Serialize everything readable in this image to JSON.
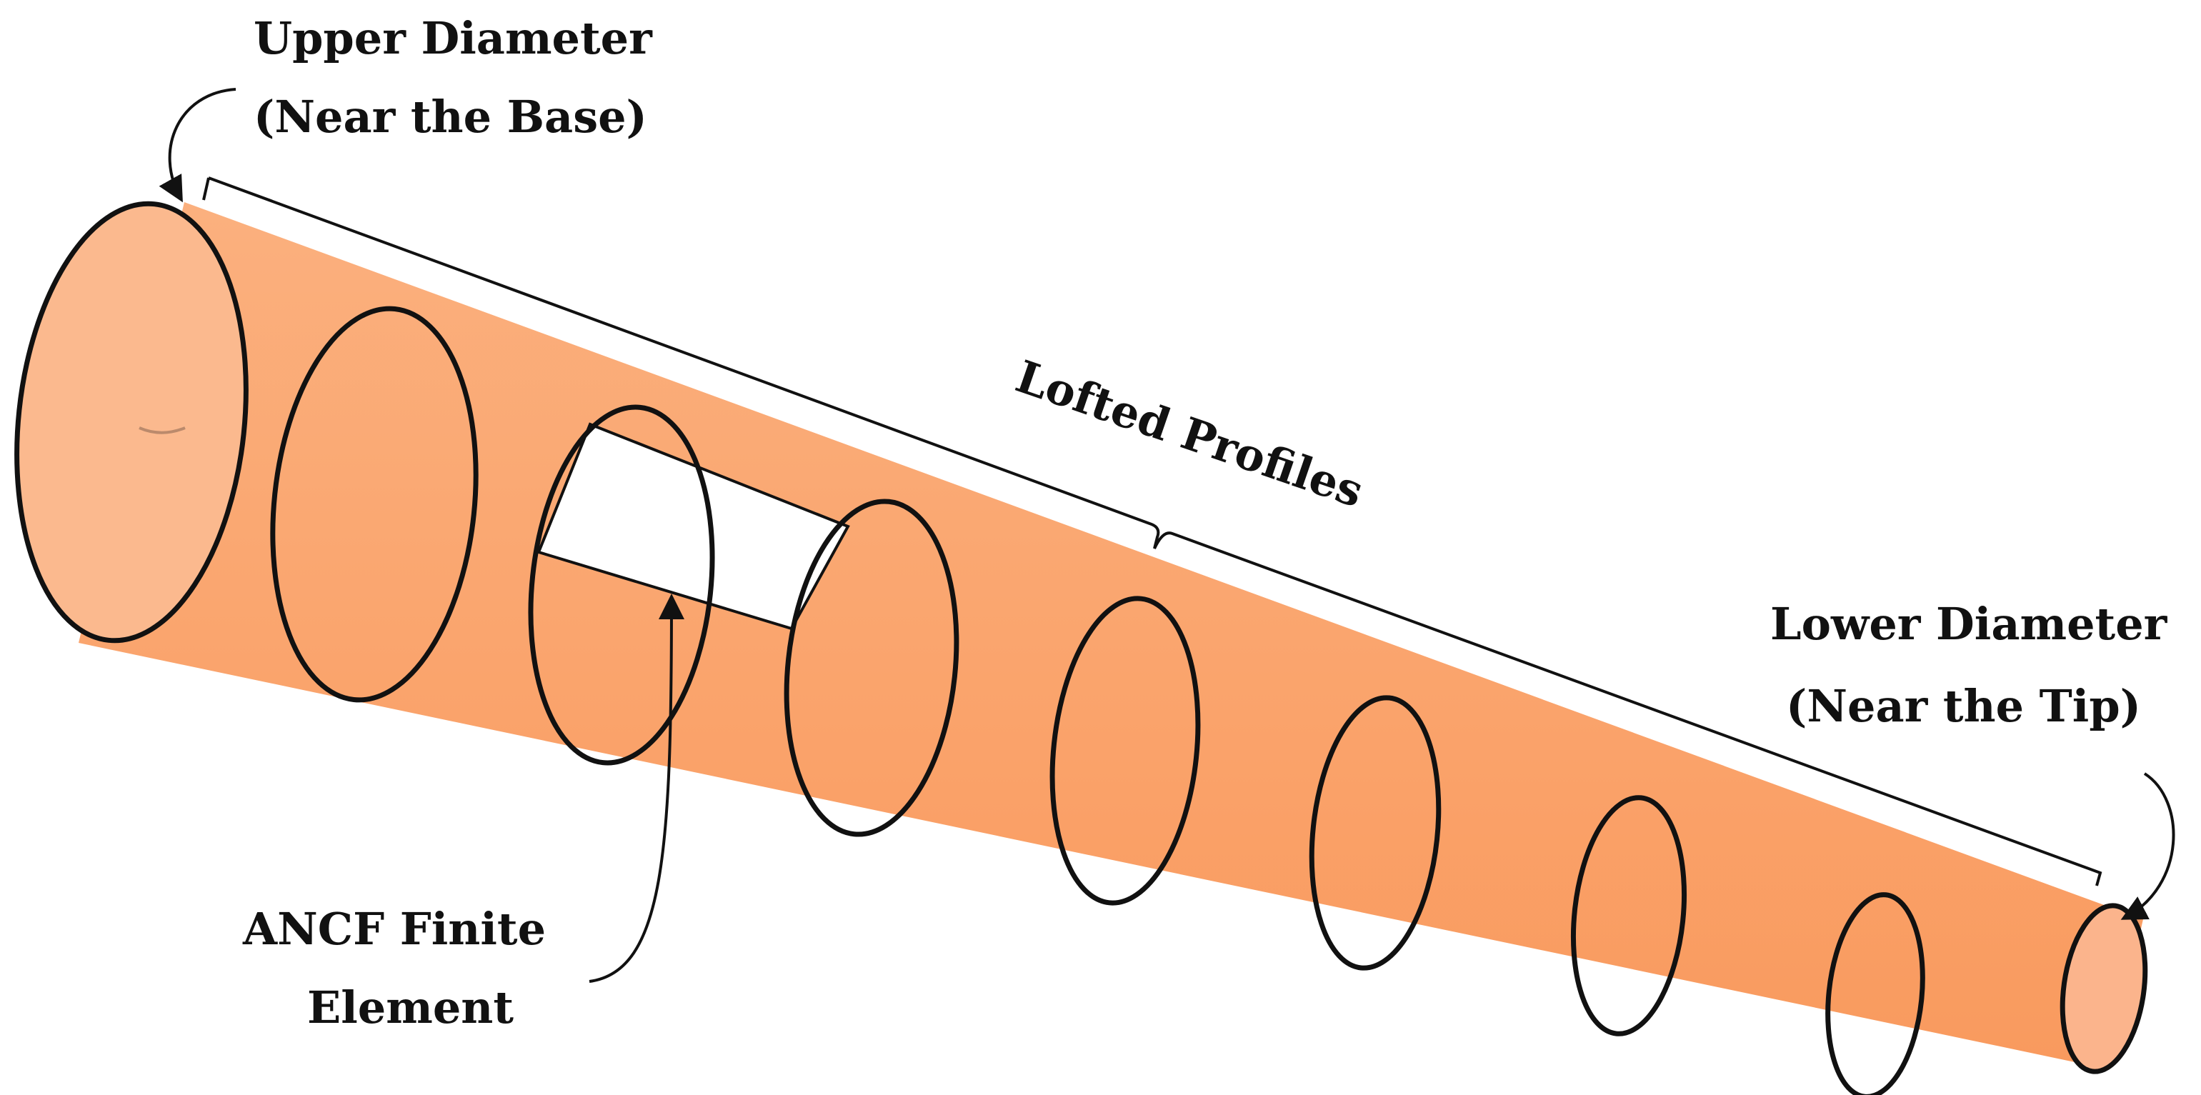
{
  "labels": {
    "upper_line1": "Upper Diameter",
    "upper_line2": "(Near the Base)",
    "lofted": "Lofted Profiles",
    "lower_line1": "Lower Diameter",
    "lower_line2": "(Near the Tip)",
    "ancf_line1": "ANCF Finite",
    "ancf_line2": "Element"
  },
  "colors": {
    "body_fill": "#fba56c",
    "base_face": "#fbb98e",
    "tip_face": "#fbb48c",
    "outline": "#111111"
  },
  "profiles": {
    "count": 9,
    "cutout_segment": "between profile 3 and profile 4"
  }
}
